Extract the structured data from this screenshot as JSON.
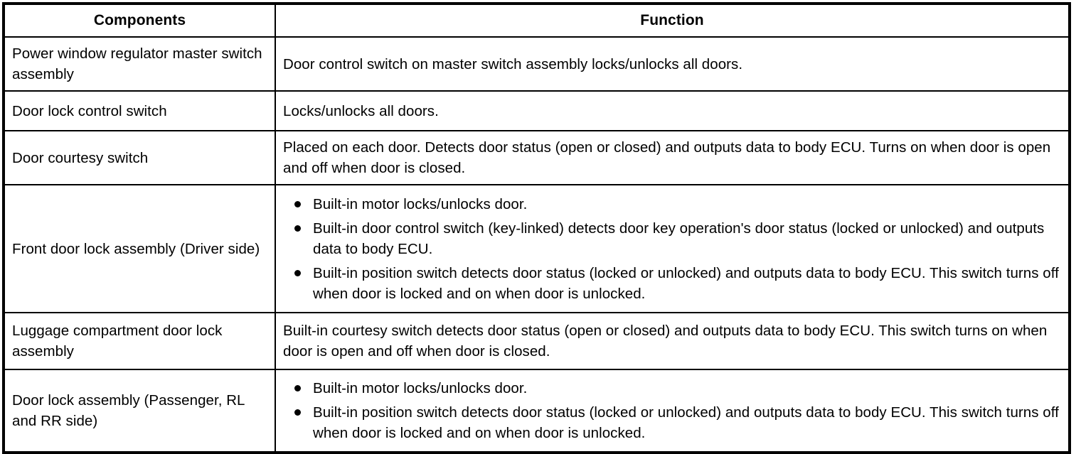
{
  "table": {
    "headers": {
      "components": "Components",
      "function": "Function"
    },
    "rows": [
      {
        "component": "Power window regulator master switch assembly",
        "function_type": "paragraph",
        "function_text": "Door control switch on master switch assembly locks/unlocks all doors.",
        "bullets": []
      },
      {
        "component": "Door lock control switch",
        "function_type": "paragraph",
        "function_text": "Locks/unlocks all doors.",
        "bullets": []
      },
      {
        "component": "Door courtesy switch",
        "function_type": "paragraph",
        "function_text": "Placed on each door. Detects door status (open or closed) and outputs data to body ECU. Turns on when door is open and off when door is closed.",
        "bullets": []
      },
      {
        "component": "Front door lock assembly (Driver side)",
        "function_type": "bullets",
        "function_text": "",
        "bullets": [
          "Built-in motor locks/unlocks door.",
          "Built-in door control switch (key-linked) detects door key operation's door status (locked or unlocked) and outputs data to body ECU.",
          "Built-in position switch detects door status (locked or unlocked) and outputs data to body ECU. This switch turns off when door is locked and on when door is unlocked."
        ]
      },
      {
        "component": "Luggage compartment door lock assembly",
        "function_type": "paragraph",
        "function_text": "Built-in courtesy switch detects door status (open or closed) and outputs data to body ECU. This switch turns on when door is open and off when door is closed.",
        "bullets": []
      },
      {
        "component": "Door lock assembly (Passenger, RL and RR side)",
        "function_type": "bullets",
        "function_text": "",
        "bullets": [
          "Built-in motor locks/unlocks door.",
          "Built-in position switch detects door status (locked or unlocked) and outputs data to body ECU. This switch turns off when door is locked and on when door is unlocked."
        ]
      }
    ]
  },
  "colors": {
    "border": "#000000",
    "text": "#000000",
    "background": "#ffffff"
  }
}
